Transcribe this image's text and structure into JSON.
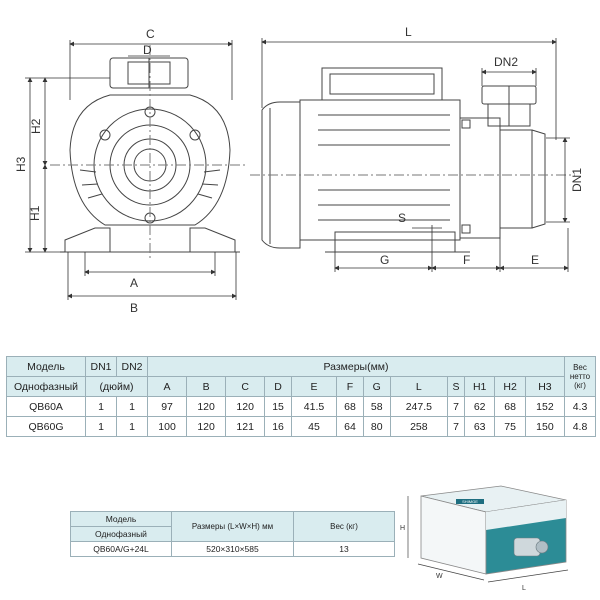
{
  "drawing": {
    "labels": {
      "C": "C",
      "D": "D",
      "L": "L",
      "DN2": "DN2",
      "DN1": "DN1",
      "H1": "H1",
      "H2": "H2",
      "H3": "H3",
      "A": "A",
      "B": "B",
      "S": "S",
      "G": "G",
      "F": "F",
      "E": "E"
    }
  },
  "spec_table": {
    "model_label": "Модель",
    "dn1": "DN1",
    "dn2": "DN2",
    "sizes_label": "Размеры(мм)",
    "weight_label": "Вес нетто (кг)",
    "phase_label": "Однофазный",
    "inch_label": "(дюйм)",
    "columns": [
      "A",
      "B",
      "C",
      "D",
      "E",
      "F",
      "G",
      "L",
      "S",
      "H1",
      "H2",
      "H3"
    ],
    "rows": [
      {
        "model": "QB60A",
        "dn1": "1",
        "dn2": "1",
        "values": [
          "97",
          "120",
          "120",
          "15",
          "41.5",
          "68",
          "58",
          "247.5",
          "7",
          "62",
          "68",
          "152"
        ],
        "weight": "4.3"
      },
      {
        "model": "QB60G",
        "dn1": "1",
        "dn2": "1",
        "values": [
          "100",
          "120",
          "121",
          "16",
          "45",
          "64",
          "80",
          "258",
          "7",
          "63",
          "75",
          "150"
        ],
        "weight": "4.8"
      }
    ]
  },
  "pack_table": {
    "model_label": "Модель",
    "phase_label": "Однофазный",
    "size_label": "Размеры (L×W×H) мм",
    "weight_label": "Вес (кг)",
    "row": {
      "model": "QB60A/G+24L",
      "size": "520×310×585",
      "weight": "13"
    }
  },
  "box": {
    "brand": "SHIMGE",
    "dim_h": "H",
    "dim_w": "W",
    "dim_l": "L"
  }
}
